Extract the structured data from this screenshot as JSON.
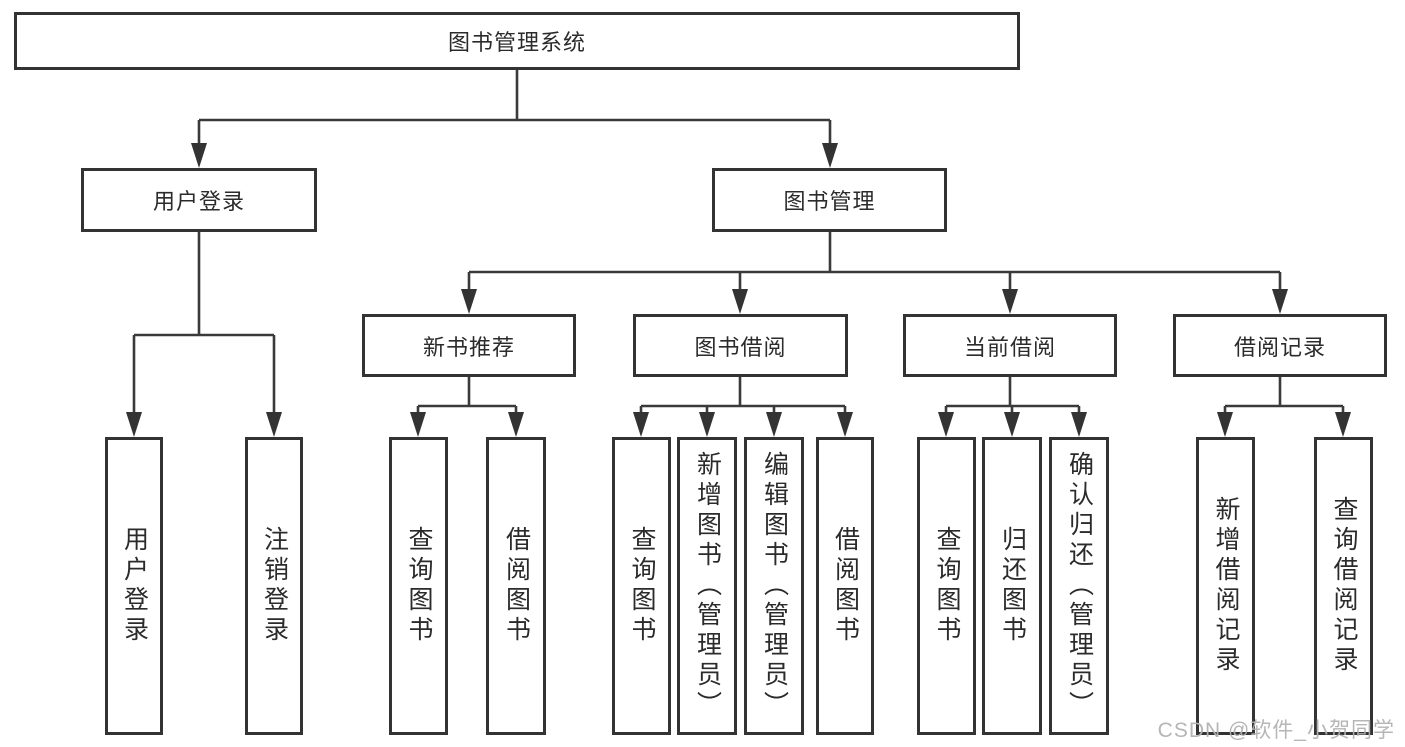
{
  "diagram": {
    "nodes": {
      "root": "图书管理系统",
      "user_login": "用户登录",
      "book_mgmt": "图书管理",
      "new_book_rec": "新书推荐",
      "book_borrow": "图书借阅",
      "current_borrow": "当前借阅",
      "borrow_records": "借阅记录",
      "leaf_user_login": "用户登录",
      "leaf_logout": "注销登录",
      "rec_query_book": "查询图书",
      "rec_borrow_book": "借阅图书",
      "bb_query_book": "查询图书",
      "bb_add_book": "新增图书（管理员）",
      "bb_edit_book": "编辑图书（管理员）",
      "bb_borrow_book": "借阅图书",
      "cb_query_book": "查询图书",
      "cb_return_book": "归还图书",
      "cb_confirm_return": "确认归还（管理员）",
      "br_add_record": "新增借阅记录",
      "br_query_record": "查询借阅记录"
    }
  },
  "watermark": "CSDN @软件_小贺同学",
  "colors": {
    "line": "#3a3a3a",
    "arrow": "#333333",
    "box_border": "#333333",
    "text": "#2b2b2b",
    "background": "#ffffff",
    "watermark": "#b2b2b2"
  }
}
